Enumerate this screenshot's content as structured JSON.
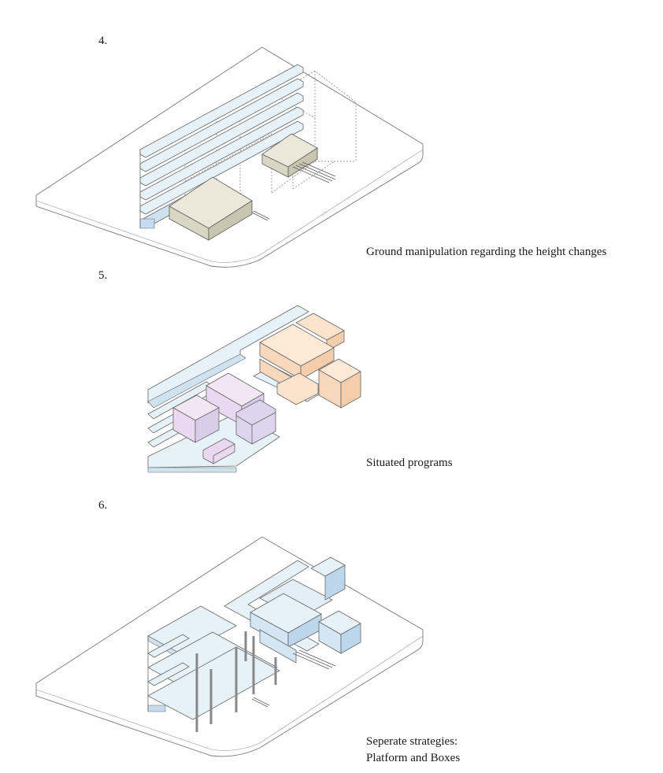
{
  "steps": [
    {
      "number": "4.",
      "caption": "Ground manipulation regarding the height changes",
      "caption_line2": ""
    },
    {
      "number": "5.",
      "caption": "Situated programs",
      "caption_line2": ""
    },
    {
      "number": "6.",
      "caption": "Seperate strategies:",
      "caption_line2": "Platform and Boxes"
    }
  ],
  "colors": {
    "platform": "#e7f1f8",
    "platform_side": "#cfe2ef",
    "box_khaki_top": "#ebe8da",
    "box_khaki_side": "#cccab5",
    "box_pink": "#ece0f1",
    "box_lavender": "#ddd5ee",
    "box_peach": "#fbe3cc",
    "box_peach_side": "#f4cdaa",
    "box_blue": "#d4e6f4",
    "box_blue_side": "#bcd7ec",
    "stroke": "#6a6a6a"
  },
  "icons": [
    "isometric-site-plate",
    "stacked-platform-icon",
    "program-box-icon",
    "column-grid-icon"
  ]
}
